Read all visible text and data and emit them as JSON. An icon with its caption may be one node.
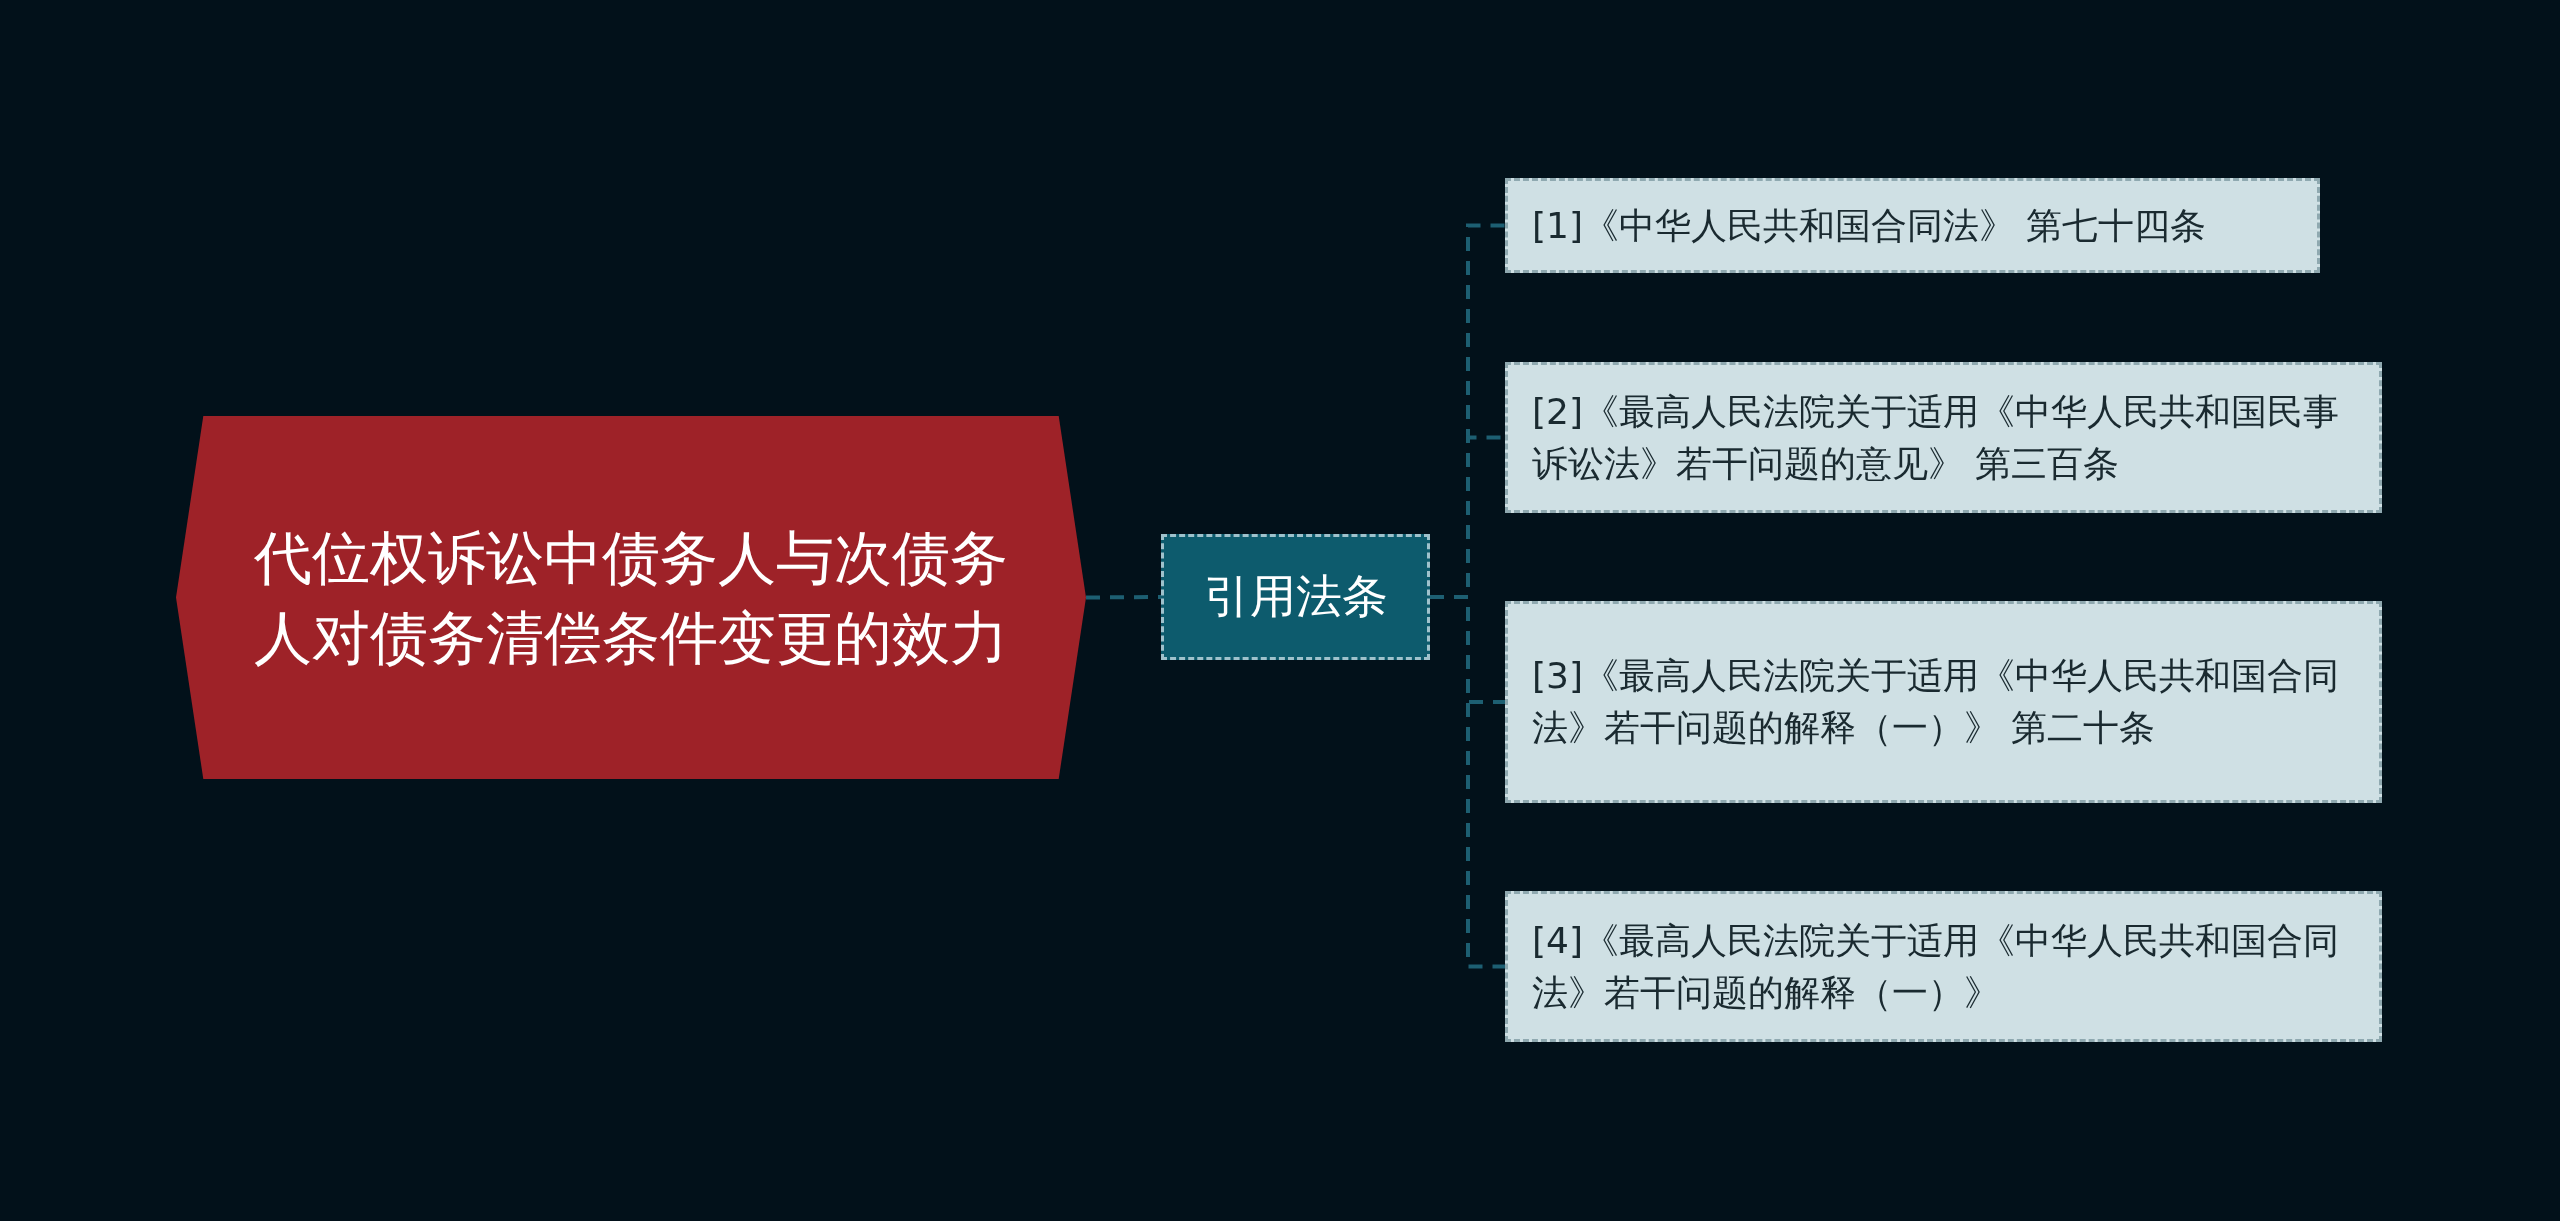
{
  "diagram": {
    "nodes": [
      {
        "text": [
          "代位权诉讼中债务人与次债务人对债务清偿条件变更的效力"
        ]
      },
      {
        "text": [
          "引用法条"
        ]
      },
      {
        "text": [
          "[1]《中华人民共和国合同法》 第七十四条"
        ]
      },
      {
        "text": [
          "[2]《最高人民法院关于适用《中华人民共和国民事诉讼法》若干问题的意见》 第三百条"
        ]
      },
      {
        "text": [
          "[3]《最高人民法院关于适用《中华人民共和国合同法》若干问题的解释（一）》 第二十条"
        ]
      },
      {
        "text": [
          "[4]《最高人民法院关于适用《中华人民共和国合同法》若干问题的解释（一）》"
        ]
      }
    ],
    "edges": [
      {
        "from": 0,
        "to": 1,
        "arrow": "none"
      },
      {
        "from": 1,
        "to": 2,
        "arrow": "none"
      },
      {
        "from": 1,
        "to": 3,
        "arrow": "none"
      },
      {
        "from": 1,
        "to": 4,
        "arrow": "none"
      },
      {
        "from": 1,
        "to": 5,
        "arrow": "none"
      }
    ]
  }
}
